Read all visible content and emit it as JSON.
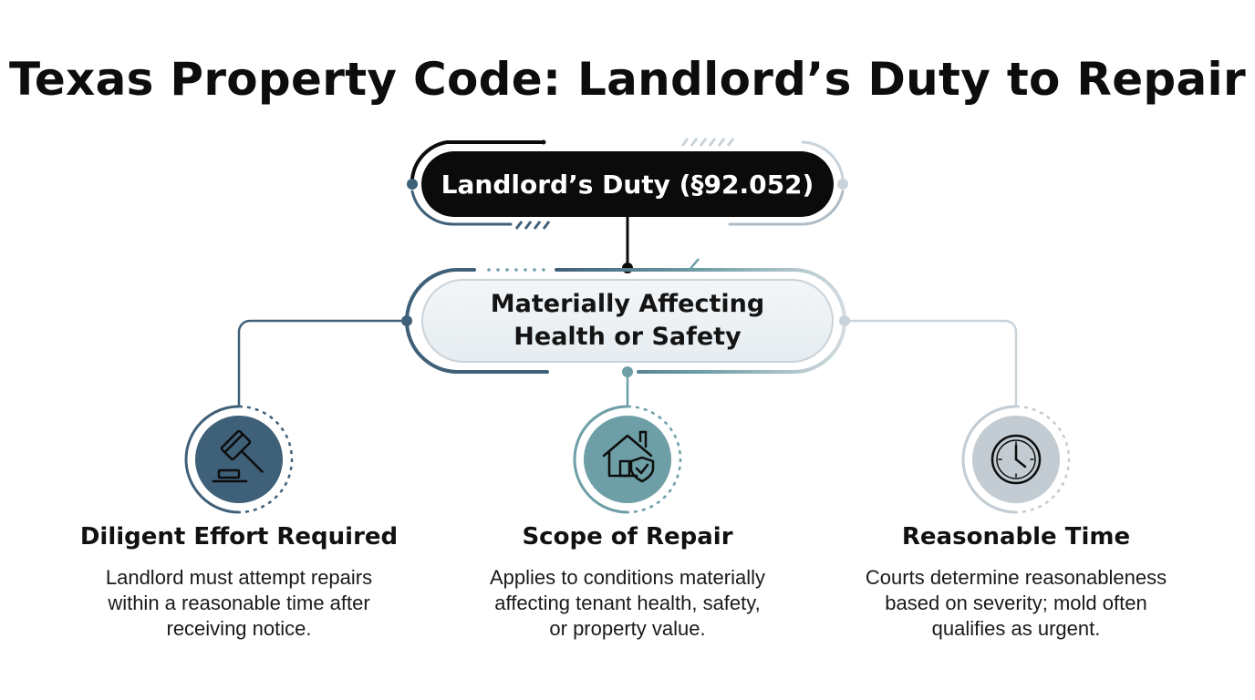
{
  "title": "Texas Property Code: Landlord’s Duty to Repair",
  "root_node": {
    "label": "Landlord’s Duty (§92.052)"
  },
  "middle_node": {
    "line1": "Materially Affecting",
    "line2": "Health or Safety"
  },
  "branches": [
    {
      "icon": "gavel-icon",
      "icon_color": "#3f6079",
      "title": "Diligent Effort Required",
      "desc_lines": [
        "Landlord must attempt repairs",
        "within a reasonable time after",
        "receiving notice."
      ]
    },
    {
      "icon": "house-shield-icon",
      "icon_color": "#6e9ea6",
      "title": "Scope of Repair",
      "desc_lines": [
        "Applies to conditions materially",
        "affecting tenant health, safety,",
        "or property value."
      ]
    },
    {
      "icon": "clock-icon",
      "icon_color": "#c3ccd2",
      "title": "Reasonable Time",
      "desc_lines": [
        "Courts determine reasonableness",
        "based on severity; mold often",
        "qualifies as urgent."
      ]
    }
  ],
  "colors": {
    "dark_blue": "#3f6079",
    "teal": "#6e9ea6",
    "light_gray": "#c3ccd2",
    "black": "#0b0b0b"
  }
}
